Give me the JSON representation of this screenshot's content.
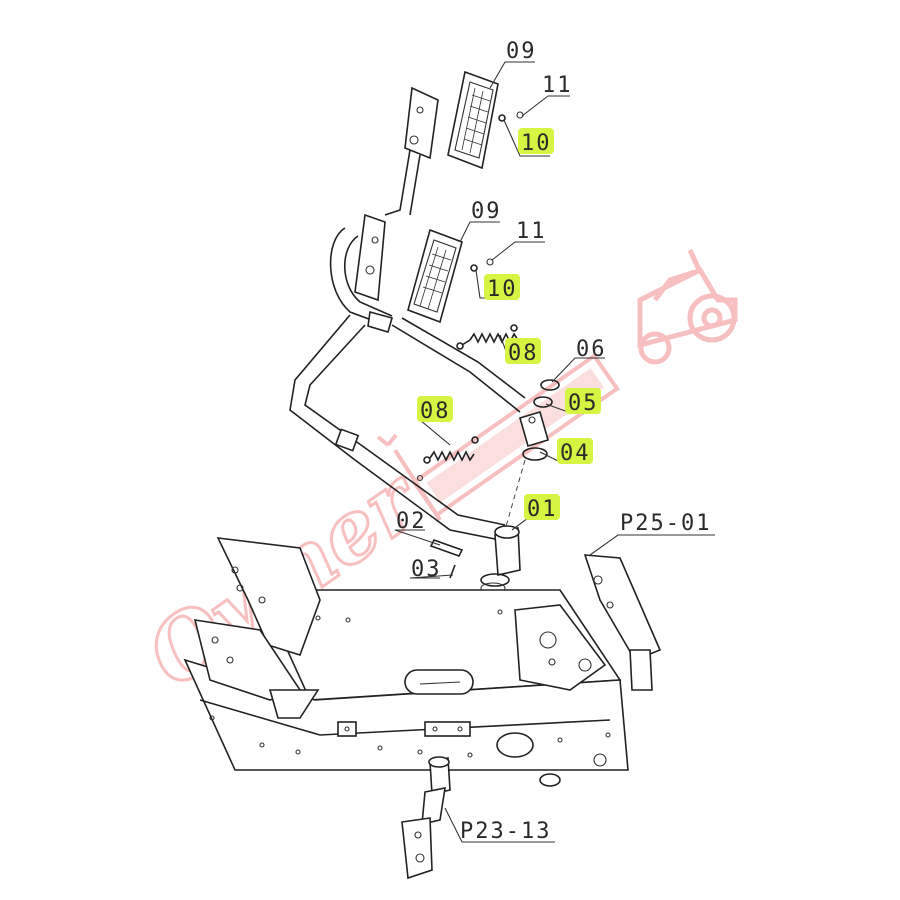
{
  "colors": {
    "highlight": "#d6f542",
    "line": "#222222",
    "watermark": "#f08a8a",
    "background": "#ffffff"
  },
  "watermark": {
    "text": "Owner"
  },
  "callouts": {
    "pad_top": "09",
    "bolt_top": "11",
    "nut_top": "10",
    "pad_mid": "09",
    "bolt_mid": "11",
    "nut_mid": "10",
    "spring_top": "08",
    "washer_06": "06",
    "washer_05": "05",
    "spring_left": "08",
    "bushing_04": "04",
    "shaft_01": "01",
    "pin_02": "02",
    "clip_03": "03",
    "frame": "P25-01",
    "pedal_assembly": "P23-13"
  },
  "highlighted": [
    "nut_top",
    "nut_mid",
    "spring_top",
    "spring_left",
    "washer_05",
    "bushing_04",
    "shaft_01"
  ],
  "icons": [
    "tractor-icon",
    "wrench-icon"
  ]
}
